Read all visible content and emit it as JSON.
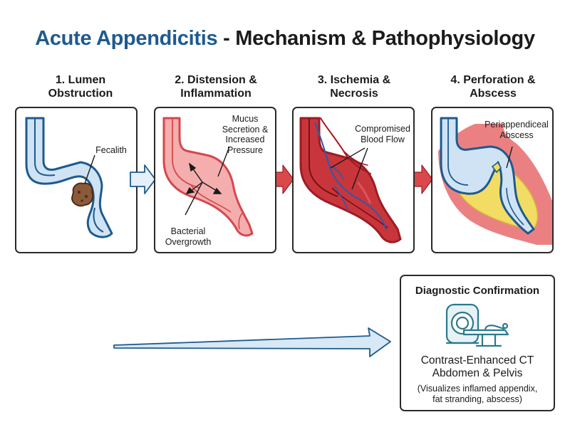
{
  "title": {
    "part1": "Acute Appendicitis",
    "part2": " - Mechanism & Pathophysiology"
  },
  "steps": [
    {
      "label_line1": "1. Lumen",
      "label_line2": "Obstruction",
      "annotations": [
        "Fecalith"
      ]
    },
    {
      "label_line1": "2. Distension &",
      "label_line2": "Inflammation",
      "annotations": [
        "Mucus",
        "Secretion &",
        "Increased",
        "Pressure",
        "Bacterial",
        "Overgrowth"
      ]
    },
    {
      "label_line1": "3. Ischemia &",
      "label_line2": "Necrosis",
      "annotations": [
        "Compromised",
        "Blood Flow"
      ]
    },
    {
      "label_line1": "4. Perforation &",
      "label_line2": "Abscess",
      "annotations": [
        "Periappendiceal",
        "Abscess"
      ]
    }
  ],
  "diagnostic": {
    "title": "Diagnostic Confirmation",
    "main_line1": "Contrast-Enhanced CT",
    "main_line2": "Abdomen & Pelvis",
    "note_line1": "(Visualizes inflamed appendix,",
    "note_line2": "fat stranding, abscess)",
    "icon": "ct-scanner-icon"
  },
  "colors": {
    "title_blue": "#1e5a8e",
    "appendix_blue": "#cfe3f5",
    "outline_blue": "#1e5a8e",
    "inflamed_red": "#e85b5f",
    "dark_red": "#9e1b22",
    "abscess_yellow": "#f2dc63",
    "arrow_red": "#d9484b"
  }
}
